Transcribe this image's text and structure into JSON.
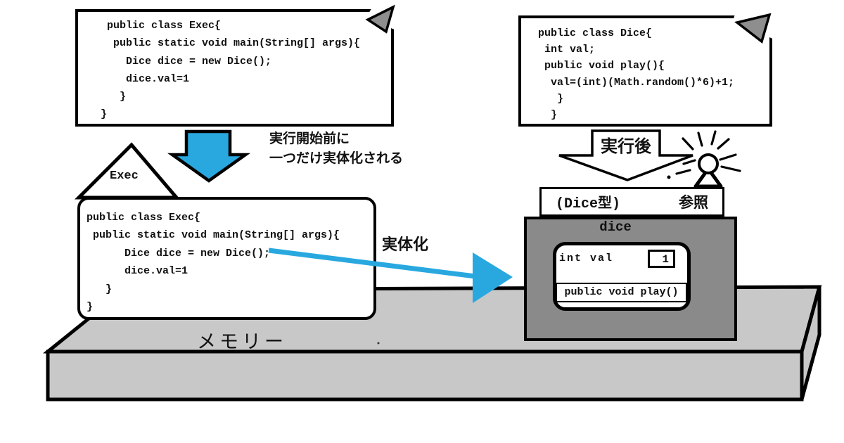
{
  "colors": {
    "arrow_blue": "#29A8E0",
    "object_gray": "#8A8A8A",
    "memory_gray": "#C8C8C8",
    "fold_gray": "#8E8E8E"
  },
  "exec_source_card": {
    "code": " public class Exec{\n  public static void main(String[] args){\n    Dice dice = new Dice();\n    dice.val=1\n   }\n}"
  },
  "dice_source_card": {
    "code": "public class Dice{\n int val;\n public void play(){\n  val=(int)(Math.random()*6)+1;\n   }\n  }"
  },
  "instantiation_note": "実行開始前に\n一つだけ実体化される",
  "exec_memory_box": {
    "roof_label": "Exec",
    "code": " public class Exec{\n  public static void main(String[] args){\n       Dice dice = new Dice();\n       dice.val=1\n    }\n }"
  },
  "after_execution_label": "実行後",
  "reference_bar": {
    "type_label": "(Dice型)",
    "reference_label": "参照"
  },
  "dice_object": {
    "title": "dice",
    "field": "int val",
    "value": "1",
    "method": "public void play()"
  },
  "instantiation_arrow_label": "実体化",
  "memory_label": "メモリー"
}
